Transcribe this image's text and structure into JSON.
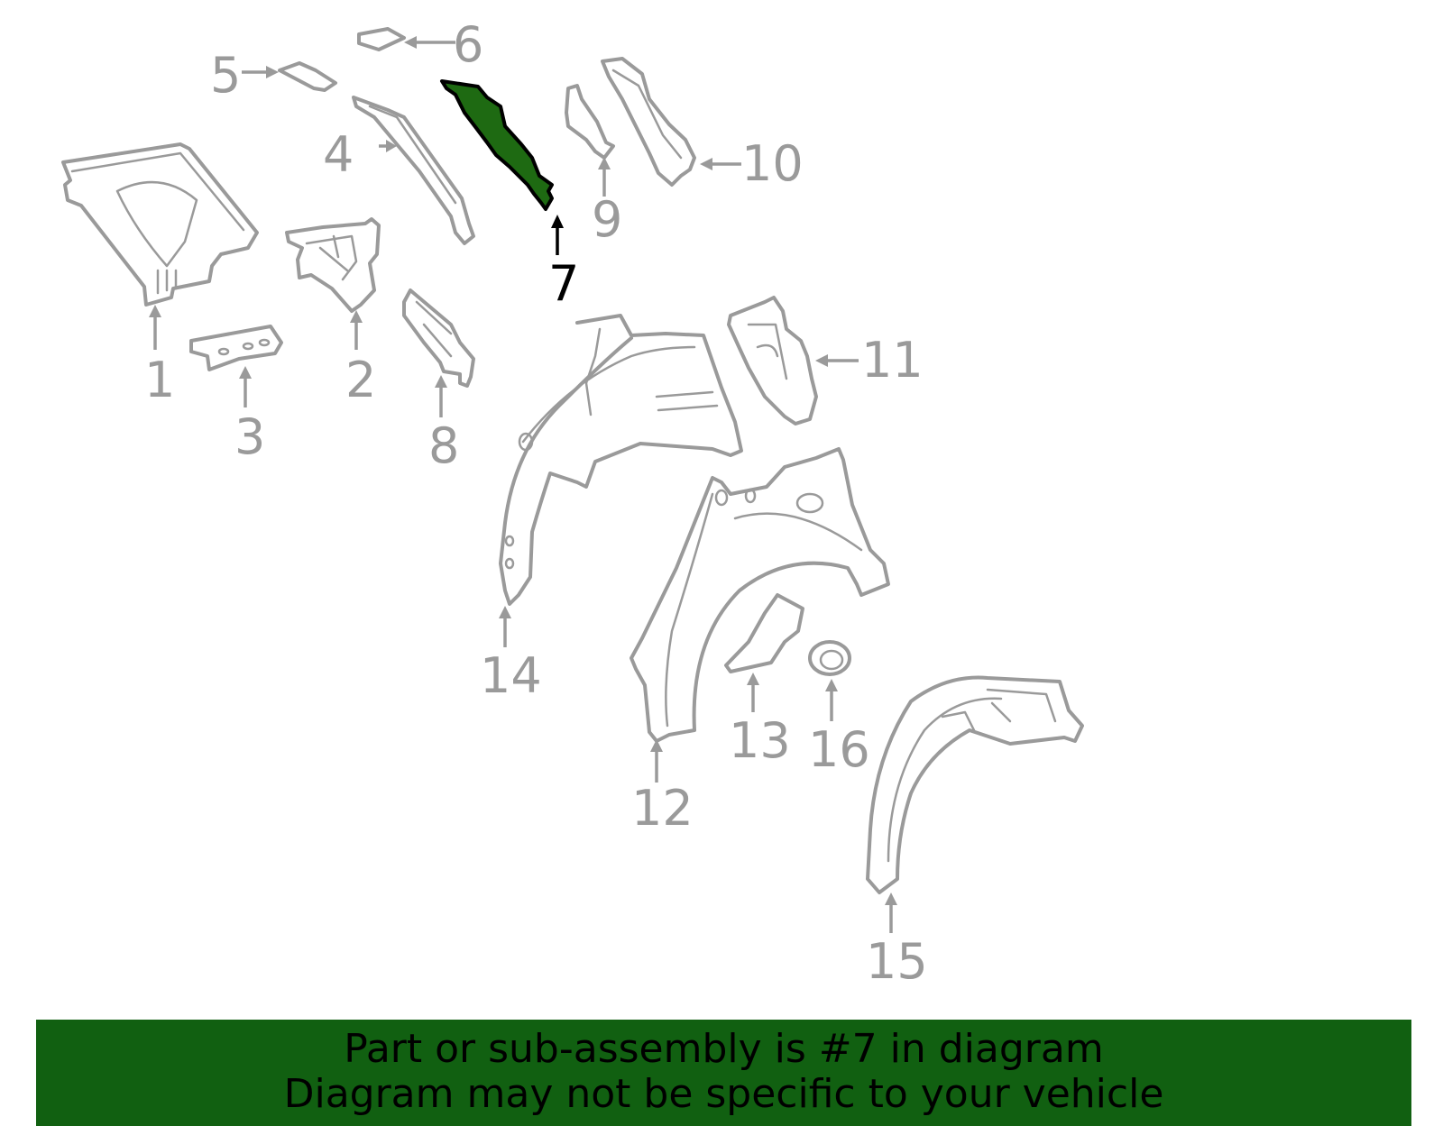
{
  "callouts": [
    {
      "id": "1",
      "label": "1"
    },
    {
      "id": "2",
      "label": "2"
    },
    {
      "id": "3",
      "label": "3"
    },
    {
      "id": "4",
      "label": "4"
    },
    {
      "id": "5",
      "label": "5"
    },
    {
      "id": "6",
      "label": "6"
    },
    {
      "id": "7",
      "label": "7"
    },
    {
      "id": "8",
      "label": "8"
    },
    {
      "id": "9",
      "label": "9"
    },
    {
      "id": "10",
      "label": "10"
    },
    {
      "id": "11",
      "label": "11"
    },
    {
      "id": "12",
      "label": "12"
    },
    {
      "id": "13",
      "label": "13"
    },
    {
      "id": "14",
      "label": "14"
    },
    {
      "id": "15",
      "label": "15"
    },
    {
      "id": "16",
      "label": "16"
    }
  ],
  "highlighted_part": "7",
  "colors": {
    "part_outline": "#9a9a9a",
    "highlight_fill": "#1e6a12",
    "banner_background": "#116011",
    "banner_text": "#000000"
  },
  "banner": {
    "line1": "Part or sub-assembly is #7 in diagram",
    "line2": "Diagram may not be specific to your vehicle"
  }
}
